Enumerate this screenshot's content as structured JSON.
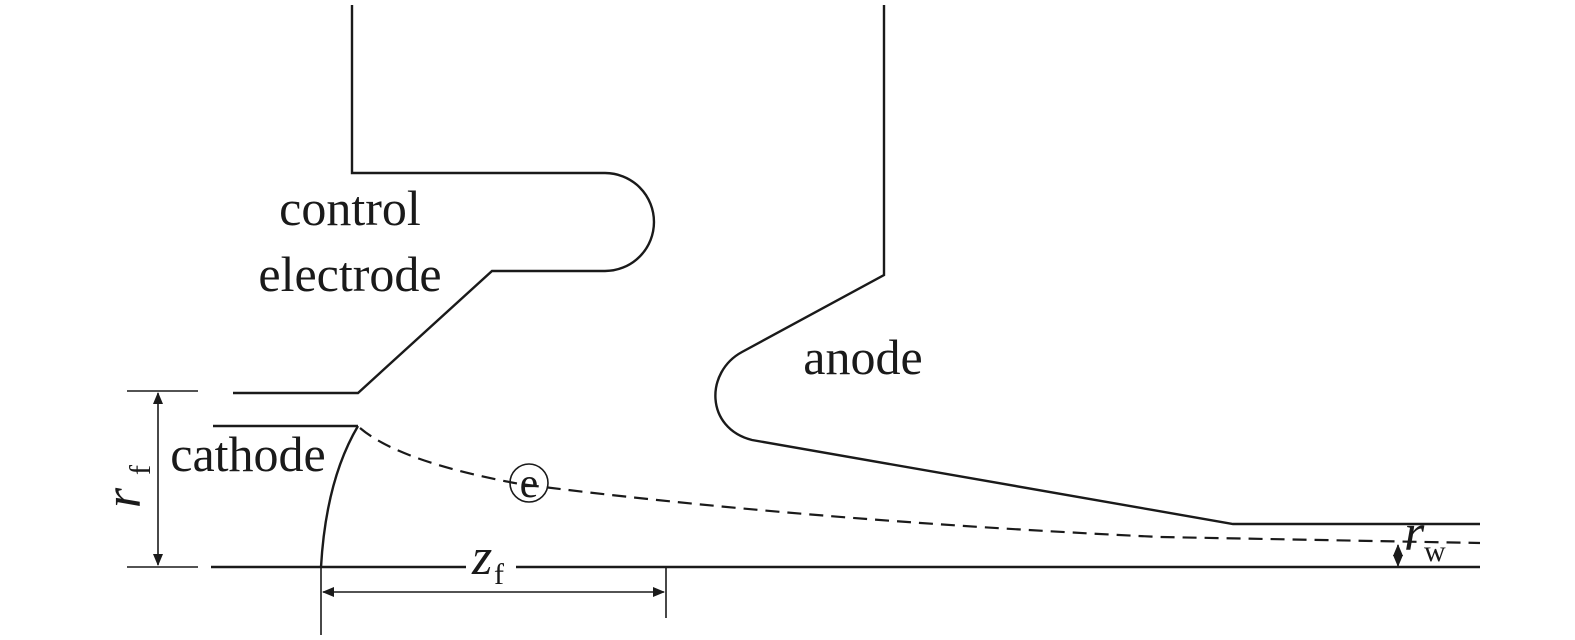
{
  "labels": {
    "control_line1": "control",
    "control_line2": "electrode",
    "anode": "anode",
    "cathode": "cathode",
    "electron": "e",
    "rf_symbol": "r",
    "rf_sub": "f",
    "zf_symbol": "z",
    "zf_sub": "f",
    "rw_symbol": "r",
    "rw_sub": "w"
  }
}
